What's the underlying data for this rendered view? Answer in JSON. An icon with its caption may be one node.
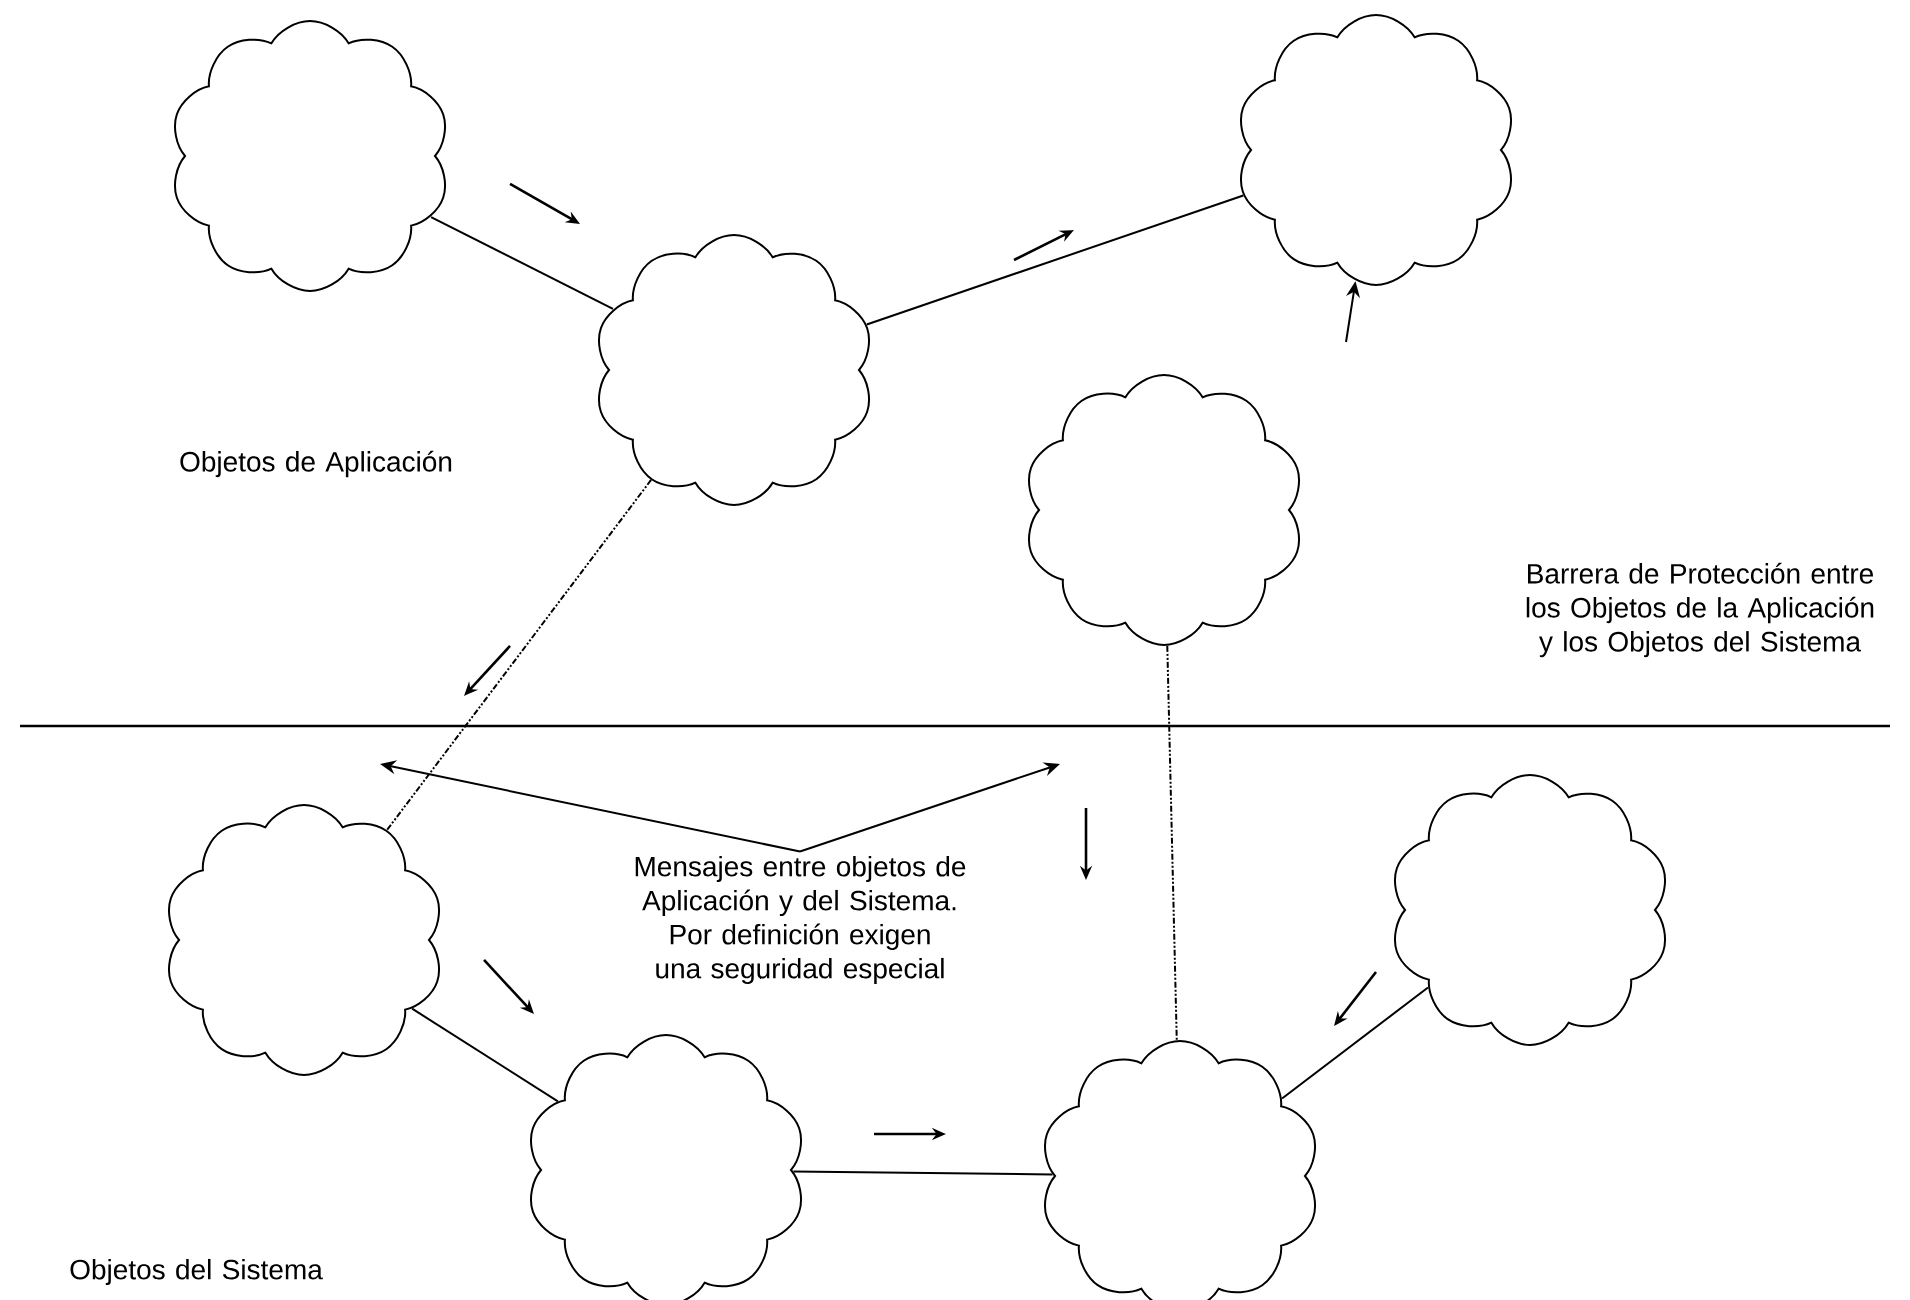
{
  "diagram": {
    "nodes": [
      {
        "text": [],
        "shape": "cloud"
      },
      {
        "text": [],
        "shape": "cloud"
      },
      {
        "text": [],
        "shape": "cloud"
      },
      {
        "text": [],
        "shape": "cloud"
      },
      {
        "text": [],
        "shape": "cloud"
      },
      {
        "text": [
          "Mensajes entre objetos de Aplicación y del Sistema. Por definición exigen una seguridad especial"
        ]
      },
      {
        "text": [],
        "shape": "cloud"
      },
      {
        "text": [],
        "shape": "cloud"
      },
      {
        "text": [],
        "shape": "cloud"
      }
    ],
    "edges": [
      {
        "from": 0,
        "to": 1,
        "arrow": "none"
      },
      {
        "from": 1,
        "to": 2,
        "arrow": "none"
      },
      {
        "from": 1,
        "to": 4,
        "arrow": "none",
        "style": "dashed"
      },
      {
        "from": 3,
        "to": 7,
        "arrow": "none",
        "style": "dashed"
      },
      {
        "from": 4,
        "to": 6,
        "arrow": "none"
      },
      {
        "from": 6,
        "to": 7,
        "arrow": "none"
      },
      {
        "from": 8,
        "to": 7,
        "arrow": "none"
      },
      {
        "from": null,
        "to": 2,
        "arrow": "to"
      },
      {
        "from": 5,
        "to": null,
        "arrow": "to"
      },
      {
        "from": 5,
        "to": null,
        "arrow": "to"
      }
    ],
    "labels": [
      "Objetos de Aplicación",
      "Barrera de Protección entre los Objetos de la Aplicación y los Objetos del Sistema",
      "Objetos del Sistema"
    ]
  }
}
